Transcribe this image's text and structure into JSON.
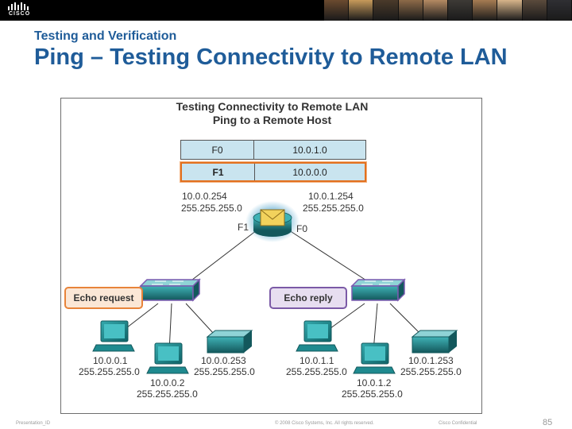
{
  "header": {
    "logo_text": "CISCO",
    "photo_colors": [
      "#6b4a2f",
      "#c79a5a",
      "#4a3a2a",
      "#8d6a48",
      "#b48a62",
      "#3d3a36",
      "#a67c52",
      "#d7b48a",
      "#5a4a3c",
      "#2f2f33"
    ]
  },
  "slide": {
    "subtitle": "Testing and Verification",
    "title": "Ping – Testing Connectivity to Remote LAN"
  },
  "diagram": {
    "title_line1": "Testing Connectivity to Remote LAN",
    "title_line2": "Ping to a Remote Host",
    "routing_table": [
      {
        "interface": "F0",
        "network": "10.0.1.0",
        "highlighted": false
      },
      {
        "interface": "F1",
        "network": "10.0.0.0",
        "highlighted": true
      }
    ],
    "router": {
      "left_ip": "10.0.0.254",
      "left_mask": "255.255.255.0",
      "right_ip": "10.0.1.254",
      "right_mask": "255.255.255.0",
      "left_port": "F1",
      "right_port": "F0"
    },
    "echo_request": "Echo request",
    "echo_reply": "Echo reply",
    "hosts": {
      "left_pc1_ip": "10.0.0.1",
      "left_pc1_mask": "255.255.255.0",
      "left_pc2_ip": "10.0.0.2",
      "left_pc2_mask": "255.255.255.0",
      "left_printer_ip": "10.0.0.253",
      "left_printer_mask": "255.255.255.0",
      "right_pc1_ip": "10.0.1.1",
      "right_pc1_mask": "255.255.255.0",
      "right_pc2_ip": "10.0.1.2",
      "right_pc2_mask": "255.255.255.0",
      "right_printer_ip": "10.0.1.253",
      "right_printer_mask": "255.255.255.0"
    },
    "colors": {
      "device_teal": "#1f8a8f",
      "device_dark": "#13585c",
      "request_orange": "#e8843a",
      "reply_purple": "#7b5aa6",
      "table_fill": "#c9e4ef"
    }
  },
  "footer": {
    "presentation_id": "Presentation_ID",
    "copyright": "© 2008 Cisco Systems, Inc. All rights reserved.",
    "confidential": "Cisco Confidential",
    "page_number": "85"
  }
}
